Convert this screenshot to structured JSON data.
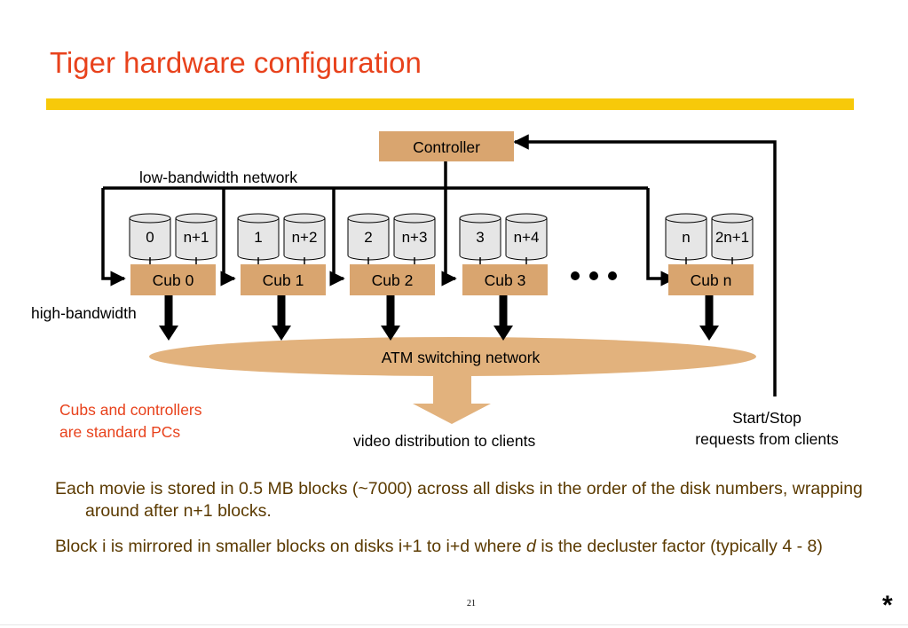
{
  "title": "Tiger hardware configuration",
  "diagram": {
    "controller": "Controller",
    "low_bandwidth_label": "low-bandwidth network",
    "high_bandwidth_label": "high-bandwidth",
    "atm_label": "ATM switching network",
    "video_label": "video distribution to clients",
    "start_stop_line1": "Start/Stop",
    "start_stop_line2": "requests from clients",
    "cubs_note_line1": "Cubs and controllers",
    "cubs_note_line2": "are standard PCs",
    "ellipsis": "•••",
    "cubs": [
      {
        "label": "Cub 0",
        "disks": [
          "0",
          "n+1"
        ]
      },
      {
        "label": "Cub 1",
        "disks": [
          "1",
          "n+2"
        ]
      },
      {
        "label": "Cub 2",
        "disks": [
          "2",
          "n+3"
        ]
      },
      {
        "label": "Cub 3",
        "disks": [
          "3",
          "n+4"
        ]
      },
      {
        "label": "Cub n",
        "disks": [
          "n",
          "2n+1"
        ]
      }
    ],
    "colors": {
      "box": "#d9a56f",
      "ellipse": "#e2b27d",
      "disk": "#e6e6e6",
      "title": "#e8421c",
      "bar": "#f7c90a"
    }
  },
  "bullets": [
    "Each movie is stored in 0.5 MB blocks (~7000) across all disks in the order of the disk numbers, wrapping around after n+1 blocks.",
    {
      "before": "Block i is mirrored in smaller blocks on disks i+1 to i+d where ",
      "italic": "d",
      "after": " is the decluster factor (typically 4 - 8)"
    }
  ],
  "page_number": "21",
  "corner_mark": "*"
}
